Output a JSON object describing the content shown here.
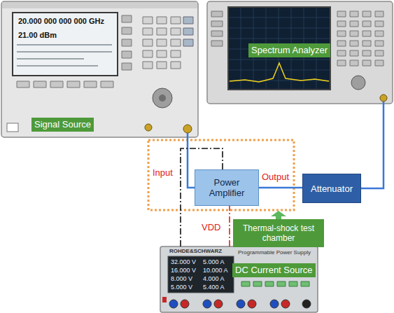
{
  "diagram": {
    "nodes": [
      {
        "text": [
          "Signal Source"
        ]
      },
      {
        "text": [
          "Spectrum Analyzer"
        ]
      },
      {
        "text": [
          "Power Amplifier"
        ]
      },
      {
        "text": [
          "Attenuator"
        ]
      },
      {
        "text": [
          "Thermal-shock test chamber"
        ]
      },
      {
        "text": [
          "DC Current Source"
        ]
      }
    ],
    "edges": [
      {
        "from": 0,
        "to": 2,
        "arrow": "none"
      },
      {
        "from": 2,
        "to": 3,
        "arrow": "none"
      },
      {
        "from": 3,
        "to": 1,
        "arrow": "none"
      },
      {
        "from": 5,
        "to": 2,
        "arrow": "none"
      },
      {
        "from": 5,
        "to": 2,
        "arrow": "none"
      }
    ],
    "labels": [
      "Input",
      "Output",
      "VDD",
      "20.000 000 000 000 GHz",
      "21.00 dBm",
      "ROHDE&SCHWARZ",
      "Programmable Power Supply",
      "32.000 V",
      "5.000 A",
      "16.000 V",
      "10.000 A",
      "8.000 V",
      "4.000 A",
      "5.000 V",
      "5.400 A"
    ]
  }
}
